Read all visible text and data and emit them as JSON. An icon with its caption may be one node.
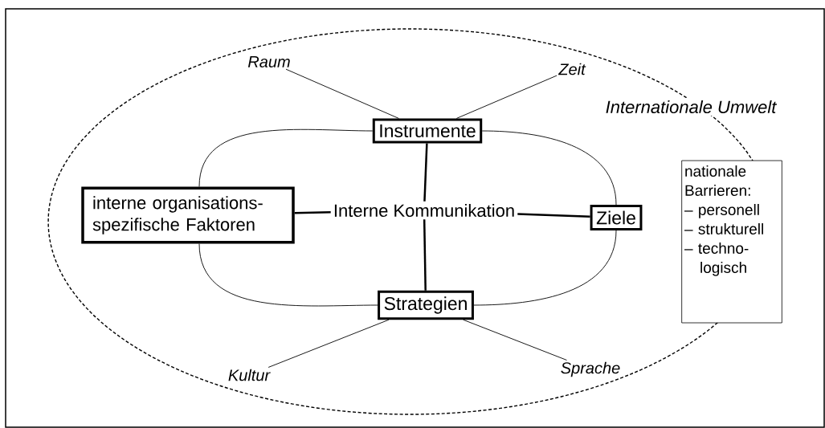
{
  "diagram": {
    "nodes": [
      {
        "text": [
          "Internationale Umwelt"
        ]
      },
      {
        "text": [
          "Raum"
        ],
        "in": 0
      },
      {
        "text": [
          "Zeit"
        ],
        "in": 0
      },
      {
        "text": [
          "Instrumente"
        ],
        "in": 0
      },
      {
        "text": [
          "interne organisations- spezifische Faktoren"
        ],
        "in": 0
      },
      {
        "text": [
          "Interne Kommunikation"
        ],
        "in": 0
      },
      {
        "text": [
          "Ziele"
        ],
        "in": 0
      },
      {
        "text": [
          "Strategien"
        ],
        "in": 0
      },
      {
        "text": [
          "Kultur"
        ],
        "in": 0
      },
      {
        "text": [
          "Sprache"
        ],
        "in": 0
      },
      {
        "text": [
          "nationale Barrieren:",
          "– personell",
          "– strukturell",
          "– techno- logisch"
        ]
      }
    ],
    "edges": [
      {
        "from": 1,
        "to": 3,
        "arrow": "none"
      },
      {
        "from": 2,
        "to": 3,
        "arrow": "none"
      },
      {
        "from": 3,
        "to": 4,
        "arrow": "none"
      },
      {
        "from": 3,
        "to": 6,
        "arrow": "none"
      },
      {
        "from": 3,
        "to": 5,
        "arrow": "none",
        "style": "thick"
      },
      {
        "from": 4,
        "to": 5,
        "arrow": "none",
        "style": "thick"
      },
      {
        "from": 5,
        "to": 6,
        "arrow": "none",
        "style": "thick"
      },
      {
        "from": 5,
        "to": 7,
        "arrow": "none",
        "style": "thick"
      },
      {
        "from": 4,
        "to": 7,
        "arrow": "none"
      },
      {
        "from": 6,
        "to": 7,
        "arrow": "none"
      },
      {
        "from": 7,
        "to": 8,
        "arrow": "none"
      },
      {
        "from": 7,
        "to": 9,
        "arrow": "none"
      }
    ]
  }
}
